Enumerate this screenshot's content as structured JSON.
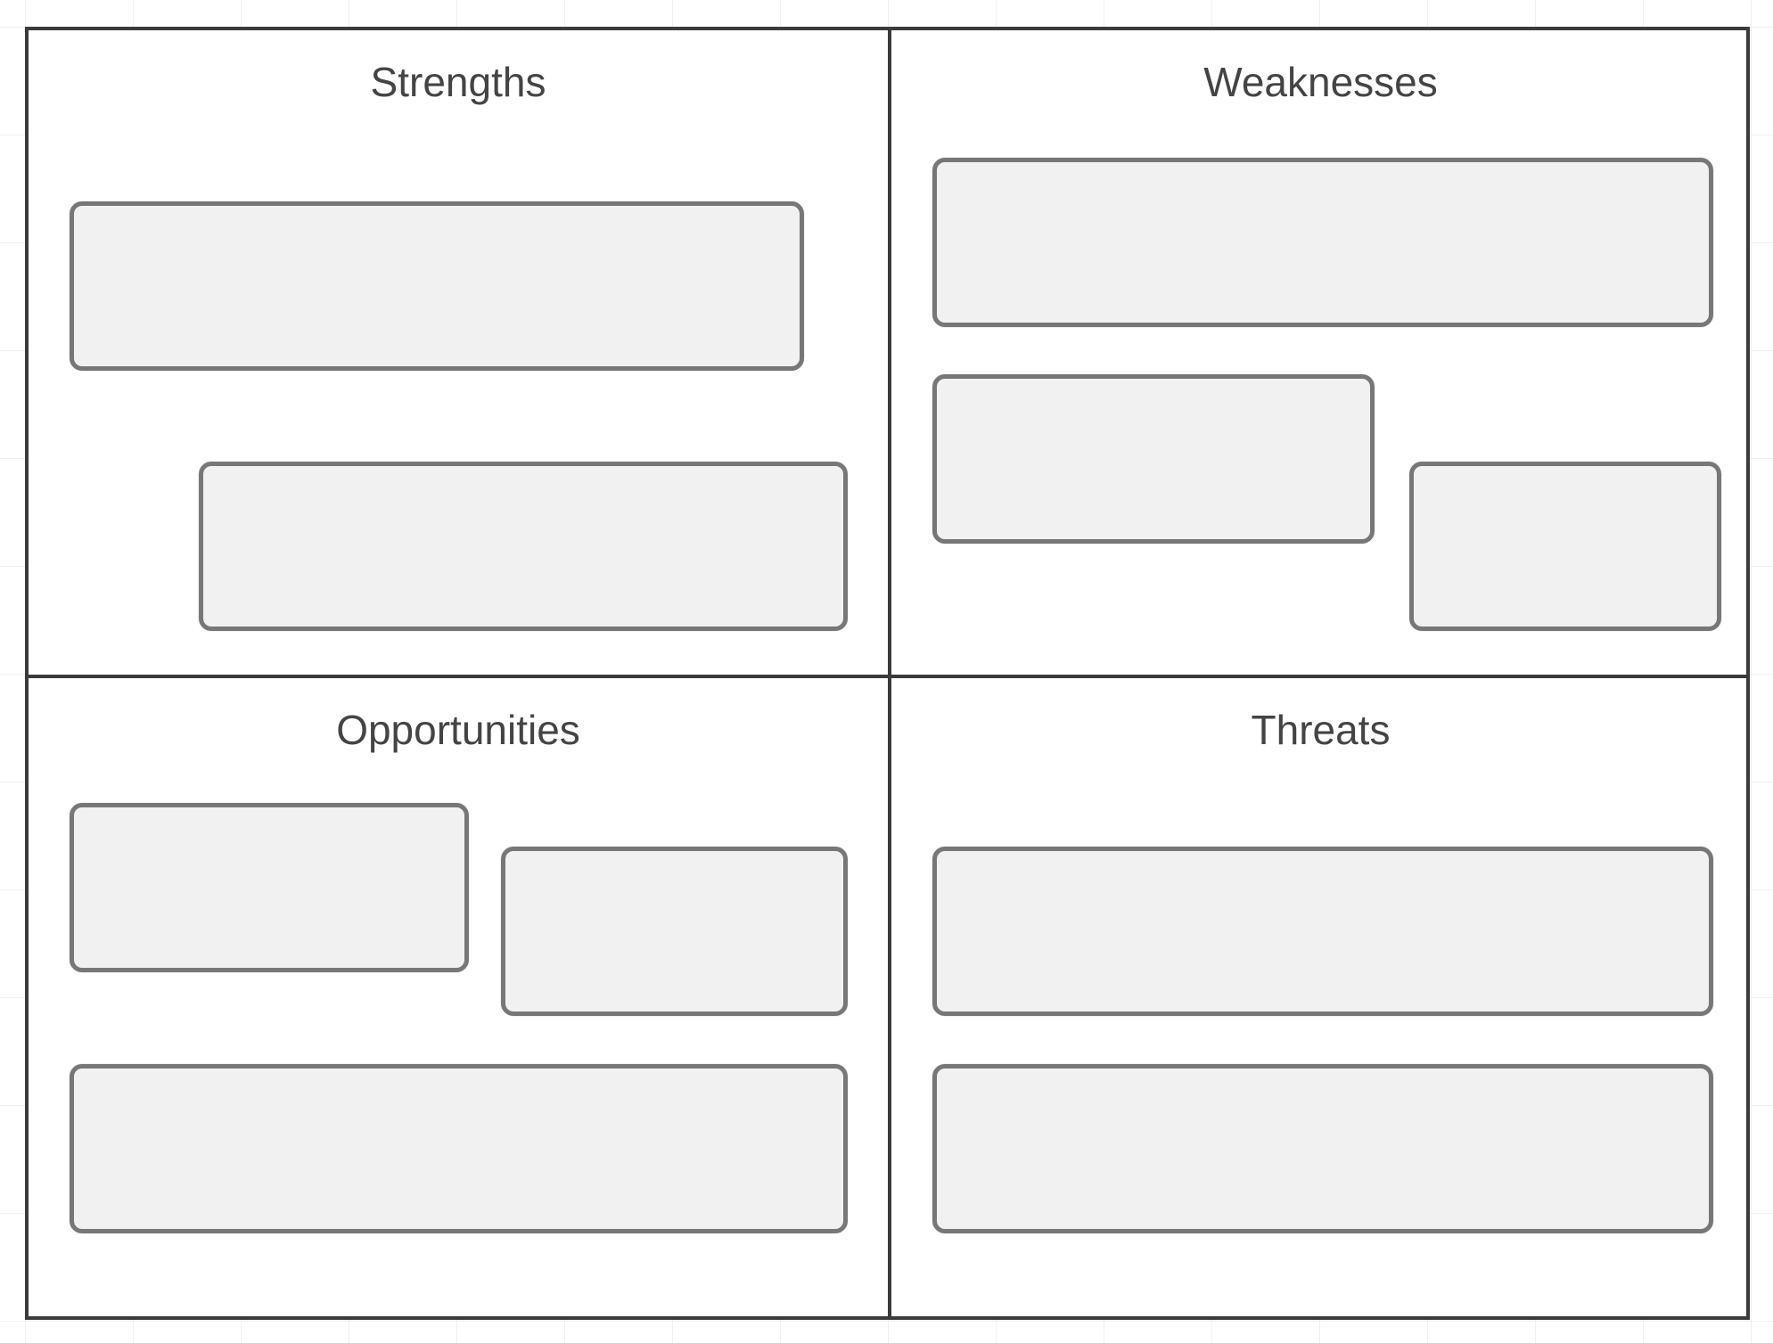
{
  "swot": {
    "strengths": {
      "title": "Strengths"
    },
    "weaknesses": {
      "title": "Weaknesses"
    },
    "opportunities": {
      "title": "Opportunities"
    },
    "threats": {
      "title": "Threats"
    }
  },
  "colors": {
    "border": "#3b3b3b",
    "box_border": "#777777",
    "box_fill": "#f1f1f1",
    "title_text": "#444444"
  }
}
